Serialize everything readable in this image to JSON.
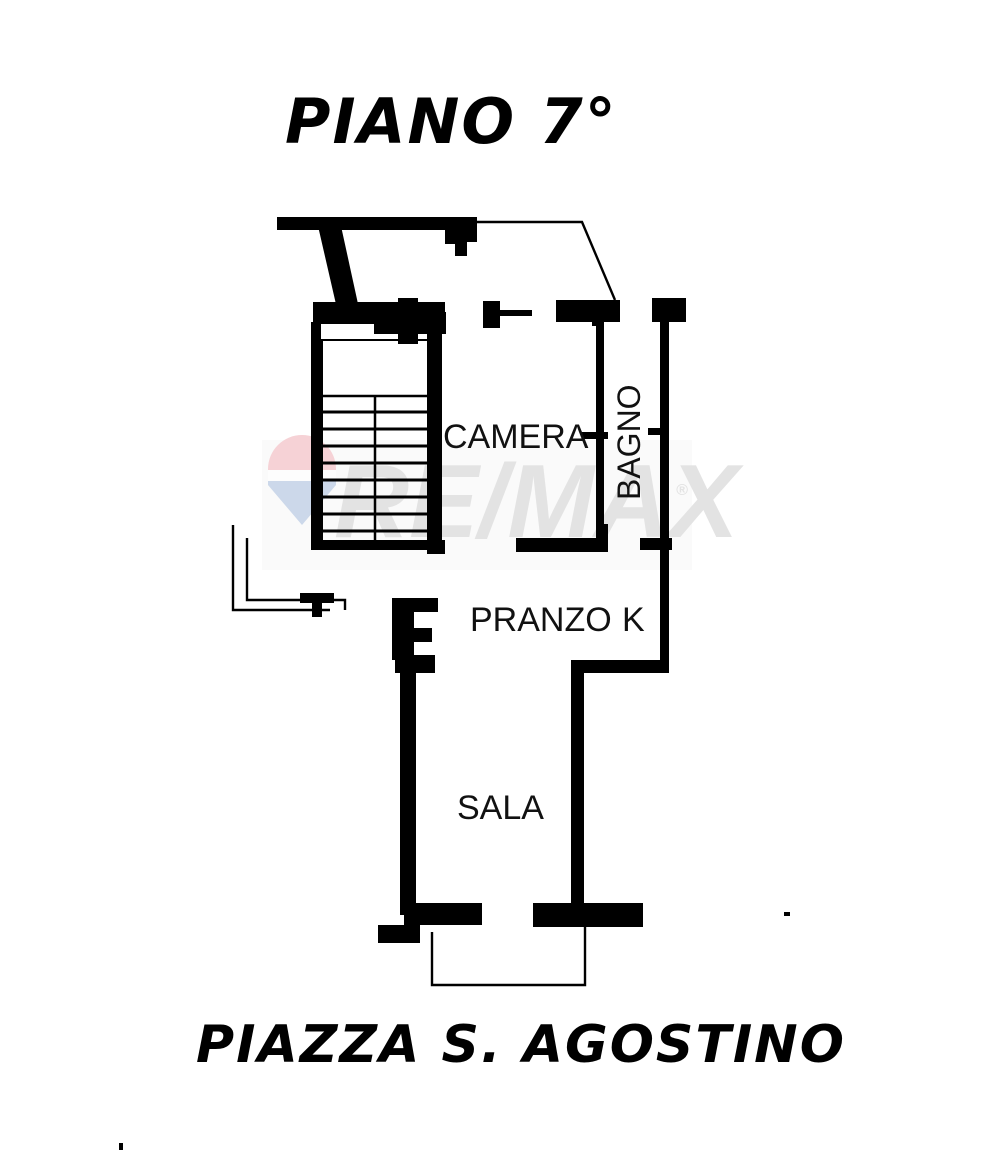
{
  "document": {
    "type": "floor-plan",
    "title_top": "PIANO 7°",
    "title_bottom": "PIAZZA S. AGOSTINO",
    "background_color": "#ffffff",
    "ink_color": "#000000"
  },
  "rooms": [
    {
      "key": "camera",
      "label": "CAMERA",
      "orientation": "horizontal"
    },
    {
      "key": "bagno",
      "label": "BAGNO",
      "orientation": "vertical"
    },
    {
      "key": "pranzo",
      "label": "PRANZO",
      "orientation": "horizontal"
    },
    {
      "key": "kitchen",
      "label": "K",
      "orientation": "horizontal"
    },
    {
      "key": "sala",
      "label": "SALA",
      "orientation": "horizontal"
    }
  ],
  "watermark": {
    "text": "RE/MAX",
    "registered_mark": "®",
    "text_color": "#e3e3e3",
    "band_color": "#fafafa",
    "balloon": {
      "top_color": "#f6d2d6",
      "middle_color": "#fdfdfd",
      "bottom_color": "#ccd8ea"
    }
  },
  "features": {
    "staircase": "staircase-with-steps",
    "balcony_top": "balcony-outline-top-right",
    "balcony_bottom": "balcony-outline-bottom",
    "terrace_left": "terrace-outline-left"
  }
}
